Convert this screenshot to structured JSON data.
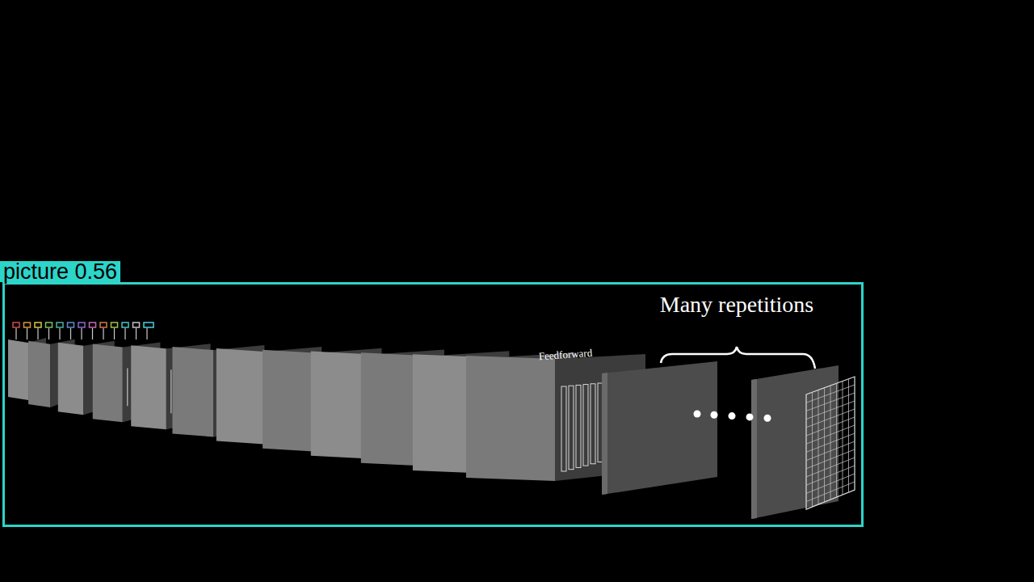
{
  "diagram": {
    "nodes": [
      {
        "text": [
          "picture 0.56"
        ]
      }
    ],
    "labels": [
      "Feedforward",
      "Many repetitions"
    ]
  }
}
